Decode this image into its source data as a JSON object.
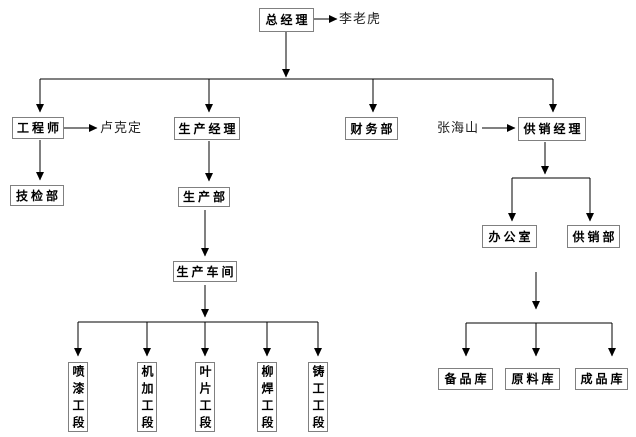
{
  "colors": {
    "background": "#ffffff",
    "box_border": "#808080",
    "box_text": "#000000",
    "connector": "#000000",
    "annotation_text": "#1f1f1f"
  },
  "nodes": {
    "ceo": "总经理",
    "engineer": "工程师",
    "production_manager": "生产经理",
    "finance_dept": "财务部",
    "supply_manager": "供销经理",
    "tech_inspection_dept": "技检部",
    "production_dept": "生产部",
    "production_workshop": "生产车间",
    "office": "办公室",
    "supply_sales_dept": "供销部",
    "paint_section": "喷漆工段",
    "machining_section": "机加工段",
    "blade_section": "叶片工段",
    "rivet_weld_section": "柳焊工段",
    "casting_section": "铸工工段",
    "spare_parts_store": "备品库",
    "raw_material_store": "原料库",
    "finished_goods_store": "成品库"
  },
  "annotations": {
    "general_manager_name": "李老虎",
    "engineer_name": "卢克定",
    "supply_manager_name": "张海山"
  }
}
